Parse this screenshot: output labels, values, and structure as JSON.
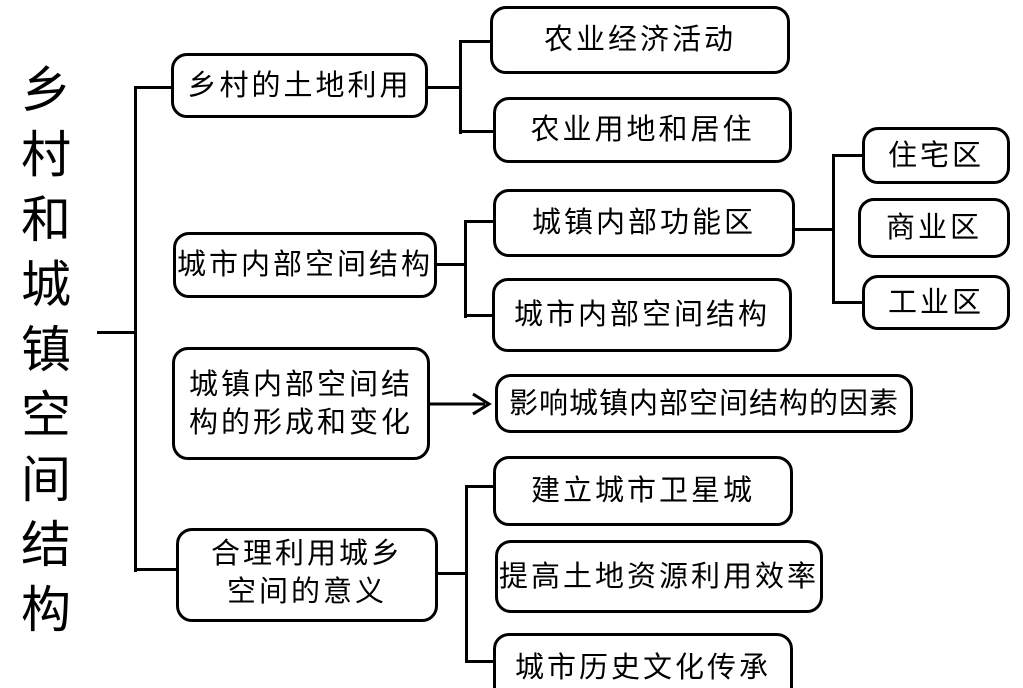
{
  "diagram": {
    "type": "mindmap",
    "line_color": "#000000",
    "background_color": "#ffffff",
    "root": {
      "label": "乡村和城镇空间结构"
    },
    "branches": [
      {
        "label": "乡村的土地利用",
        "children": [
          {
            "label": "农业经济活动"
          },
          {
            "label": "农业用地和居住"
          }
        ]
      },
      {
        "label": "城市内部空间结构",
        "children": [
          {
            "label": "城镇内部功能区",
            "children": [
              {
                "label": "住宅区"
              },
              {
                "label": "商业区"
              },
              {
                "label": "工业区"
              }
            ]
          },
          {
            "label": "城市内部空间结构"
          }
        ]
      },
      {
        "label": "城镇内部空间结\n构的形成和变化",
        "connector": "arrow",
        "children": [
          {
            "label": "影响城镇内部空间结构的因素"
          }
        ]
      },
      {
        "label": "合理利用城乡\n空间的意义",
        "children": [
          {
            "label": "建立城市卫星城"
          },
          {
            "label": "提高土地资源利用效率"
          },
          {
            "label": "城市历史文化传承"
          }
        ]
      }
    ]
  }
}
